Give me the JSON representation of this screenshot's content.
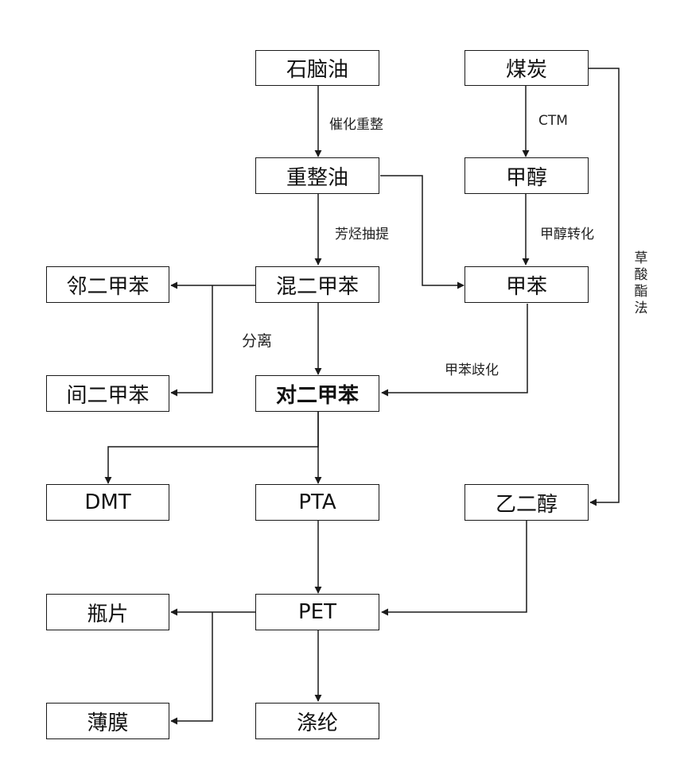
{
  "nodes": {
    "naphtha": "石脑油",
    "coal": "煤炭",
    "reformate": "重整油",
    "methanol": "甲醇",
    "mixed_xylene": "混二甲苯",
    "toluene": "甲苯",
    "o_xylene": "邻二甲苯",
    "m_xylene": "间二甲苯",
    "p_xylene": "对二甲苯",
    "dmt": "DMT",
    "pta": "PTA",
    "ethylene_glycol": "乙二醇",
    "pet": "PET",
    "bottle_chip": "瓶片",
    "film": "薄膜",
    "polyester_fiber": "涤纶"
  },
  "edge_labels": {
    "catalytic_reforming": "催化重整",
    "ctm": "CTM",
    "aromatic_extraction": "芳烃抽提",
    "methanol_conversion": "甲醇转化",
    "separation": "分离",
    "toluene_disproportionation": "甲苯歧化",
    "oxalate_method": "草酸酯法"
  }
}
